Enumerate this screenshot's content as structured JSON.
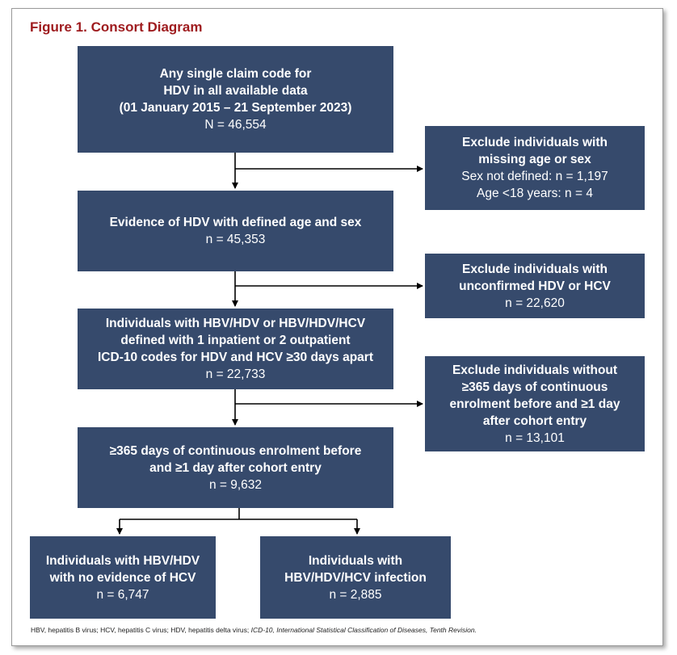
{
  "figure_title": "Figure 1. Consort Diagram",
  "boxes": {
    "initial": {
      "lines": [
        "Any single claim code for",
        "HDV in all available data",
        "(01 January 2015 – 21 September 2023)"
      ],
      "count": "N = 46,554"
    },
    "exclude_age_sex": {
      "lines": [
        "Exclude individuals with",
        "missing age or sex"
      ],
      "details": [
        "Sex not defined: n = 1,197",
        "Age <18 years: n = 4"
      ]
    },
    "defined_age_sex": {
      "lines": [
        "Evidence of HDV with defined age and sex"
      ],
      "count": "n = 45,353"
    },
    "exclude_unconfirmed": {
      "lines": [
        "Exclude individuals with",
        "unconfirmed HDV or HCV"
      ],
      "count": "n = 22,620"
    },
    "icd10_defined": {
      "lines": [
        "Individuals with HBV/HDV or HBV/HDV/HCV",
        "defined with 1 inpatient or 2 outpatient",
        "ICD-10 codes for HDV and HCV ≥30 days apart"
      ],
      "count": "n = 22,733"
    },
    "exclude_enrolment": {
      "lines": [
        "Exclude individuals without",
        "≥365 days of continuous",
        "enrolment before and ≥1 day",
        "after cohort entry"
      ],
      "count": "n = 13,101"
    },
    "enrolment": {
      "lines": [
        "≥365 days of continuous enrolment before",
        "and ≥1 day after cohort entry"
      ],
      "count": "n = 9,632"
    },
    "hbv_hdv": {
      "lines": [
        "Individuals with HBV/HDV",
        "with no evidence of HCV"
      ],
      "count": "n = 6,747"
    },
    "hbv_hdv_hcv": {
      "lines": [
        "Individuals with",
        "HBV/HDV/HCV infection"
      ],
      "count": "n = 2,885"
    }
  },
  "footnote": {
    "plain": "HBV, hepatitis B virus; HCV, hepatitis C virus; HDV, hepatitis delta virus; ",
    "italic": "ICD-10, International Statistical Classification of Diseases, Tenth Revision."
  }
}
